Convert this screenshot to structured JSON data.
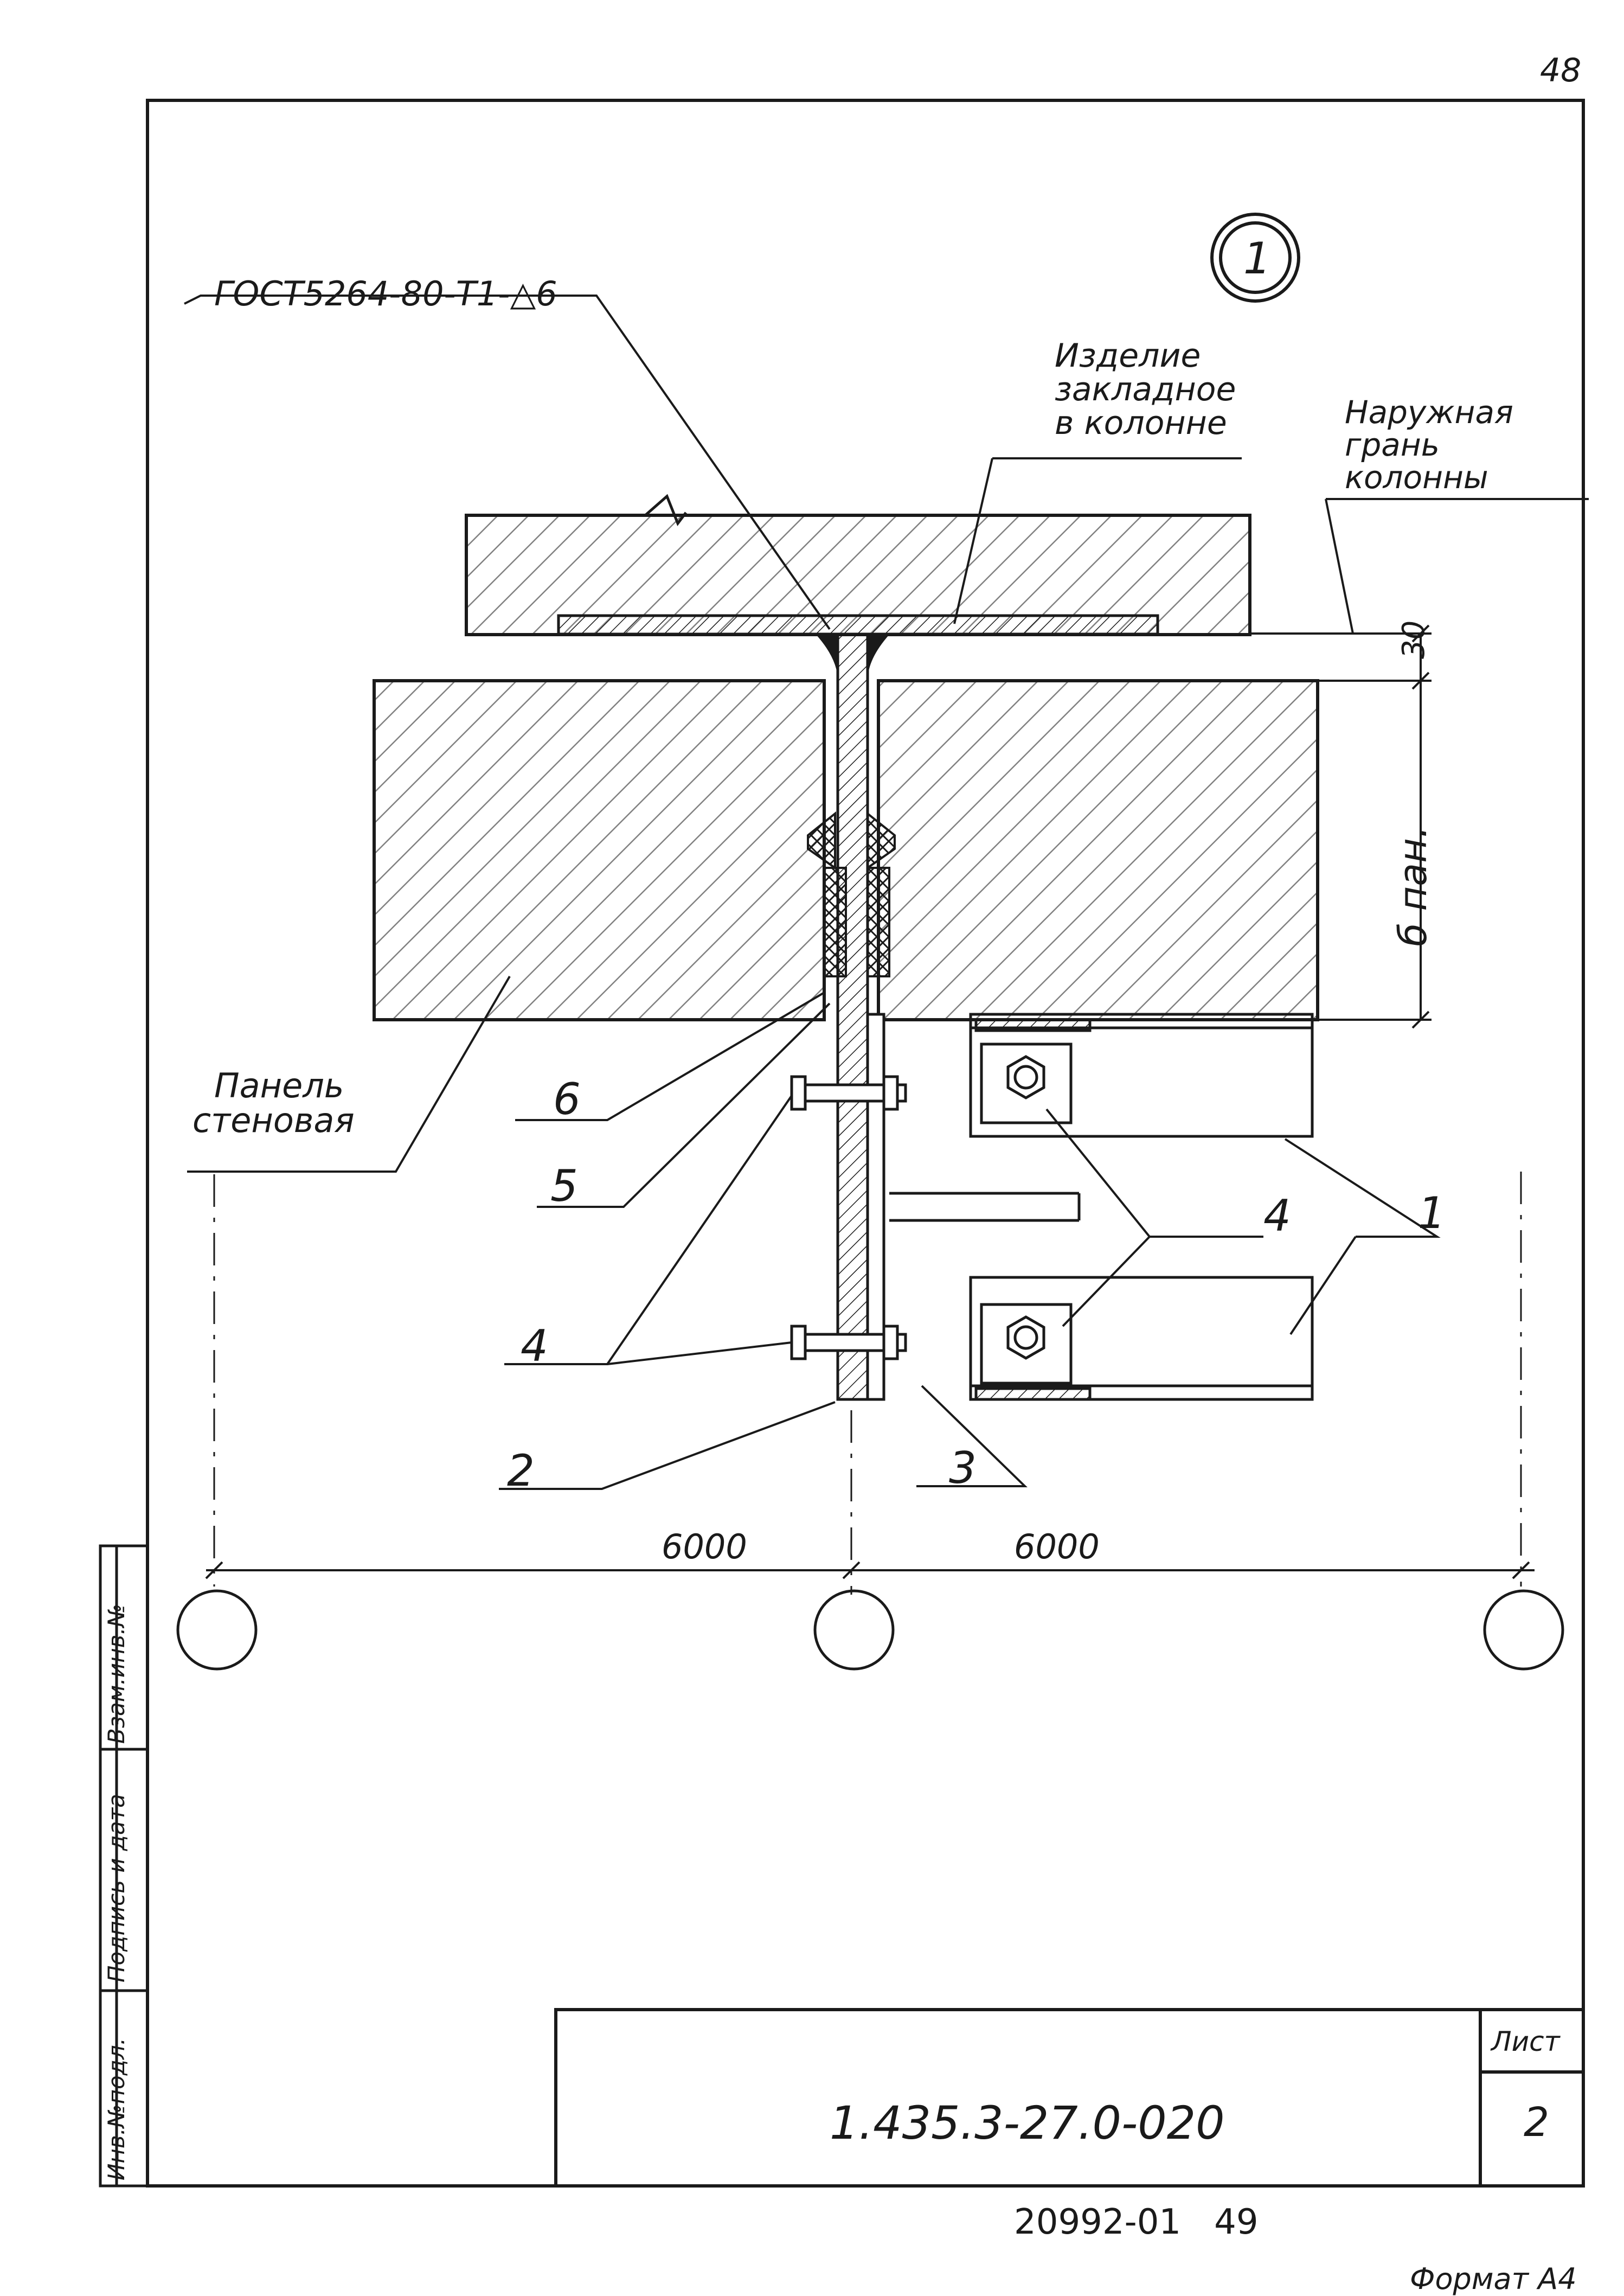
{
  "page_number": "48",
  "detail_marker": "1",
  "weld_callout": "ГОСТ5264-80-Т1-△6",
  "labels": {
    "embedded_part": [
      "Изделие",
      "закладное",
      "в колонне"
    ],
    "outer_face": [
      "Наружная",
      "грань",
      "колонны"
    ],
    "wall_panel": [
      "Панель",
      "стеновая"
    ]
  },
  "dimensions": {
    "gap": "30",
    "panel_thickness": "б пан.",
    "span_left": "6000",
    "span_right": "6000"
  },
  "positions": {
    "p1": "1",
    "p2": "2",
    "p3": "3",
    "p4_left": "4",
    "p4_right": "4",
    "p5": "5",
    "p6": "6"
  },
  "side_stamp": {
    "col1": "Инв.№подл.",
    "col2": "Подпись и дата",
    "col3": "Взам.инв.№"
  },
  "title_block": {
    "designation": "1.435.3-27.0-020",
    "sheet_label": "Лист",
    "sheet_number": "2"
  },
  "archive_number": "20992-01   49",
  "format_label": "Формат А4"
}
